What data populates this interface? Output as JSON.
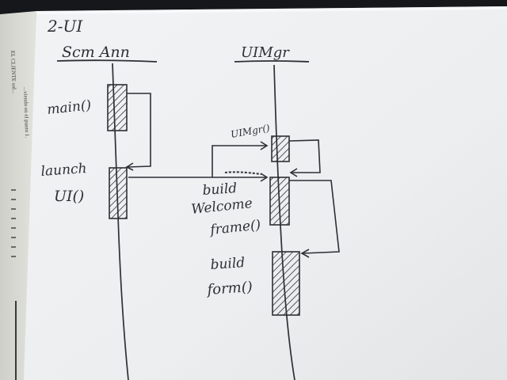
{
  "diagram": {
    "sheet_label": "2-UI",
    "lifelines": [
      {
        "id": "scm",
        "name": "Scm Ann"
      },
      {
        "id": "ui",
        "name": "UIMgr"
      }
    ],
    "calls": [
      {
        "lifeline": "scm",
        "label_lines": [
          "main()"
        ]
      },
      {
        "lifeline": "scm",
        "label_lines": [
          "launch",
          "UI()"
        ]
      },
      {
        "lifeline": "ui",
        "label_lines": [
          "UIMgr()"
        ]
      },
      {
        "lifeline": "ui",
        "label_lines": [
          "build",
          "Welcome",
          "frame()"
        ]
      },
      {
        "lifeline": "ui",
        "label_lines": [
          "build",
          "form()"
        ]
      }
    ]
  },
  "background_page": {
    "lines": [
      "EL CLIENTE sol...",
      "...viendo en el punto 1."
    ]
  },
  "colors": {
    "paper": "#eef0f2",
    "ink": "#2f2f35",
    "backdrop": "#15171a",
    "under_page": "#d6d6d2"
  }
}
